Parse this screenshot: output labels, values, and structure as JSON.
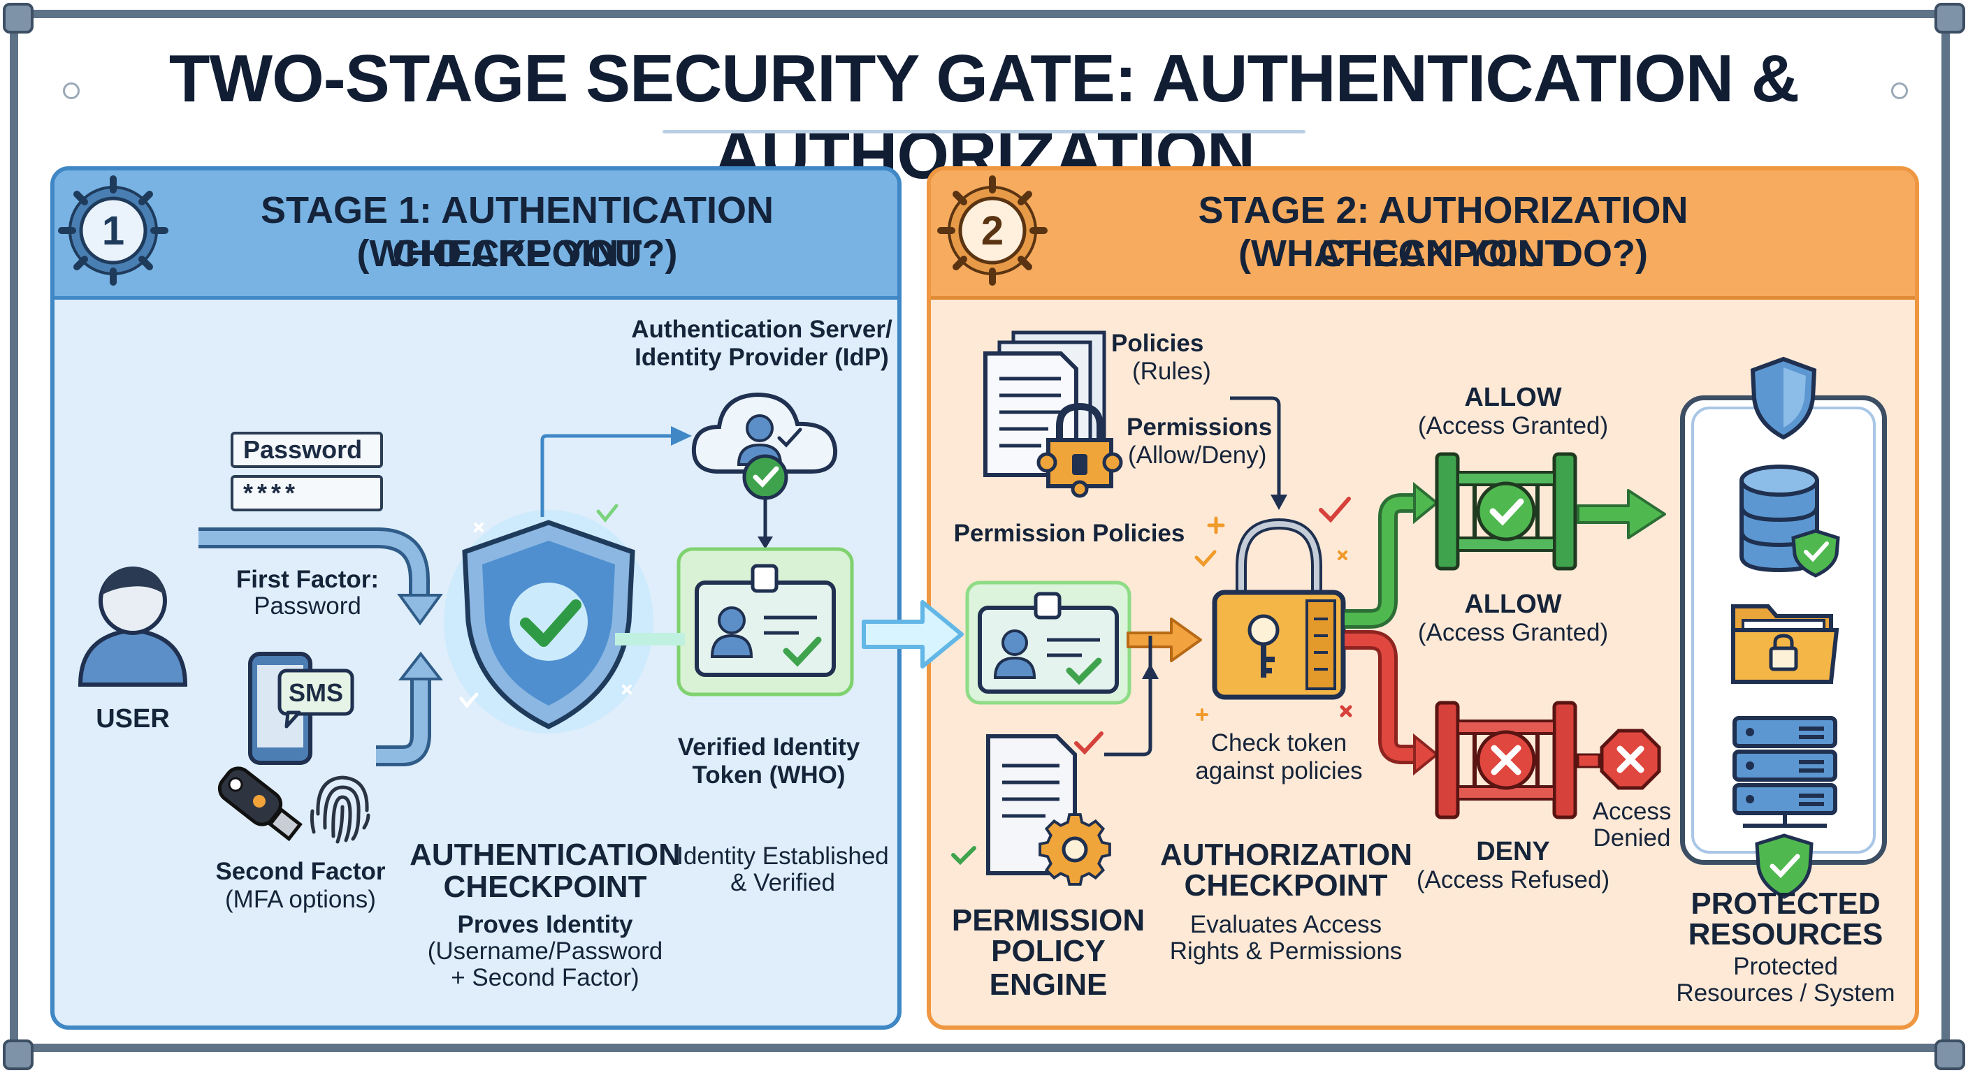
{
  "title": "TWO-STAGE SECURITY GATE: AUTHENTICATION & AUTHORIZATION",
  "stage1": {
    "number": "1",
    "heading_line1": "STAGE 1: AUTHENTICATION CHECKPOINT",
    "heading_line2": "(WHO ARE YOU?)",
    "user_label": "USER",
    "password_field_label": "Password",
    "password_field_value": "****",
    "first_factor_title": "First Factor:",
    "first_factor_sub": "Password",
    "sms_label": "SMS",
    "second_factor_title": "Second Factor",
    "second_factor_sub": "(MFA options)",
    "idp_line1": "Authentication Server/",
    "idp_line2": "Identity Provider (IdP)",
    "checkpoint_line1": "AUTHENTICATION",
    "checkpoint_line2": "CHECKPOINT",
    "proves_title": "Proves Identity",
    "proves_line1": "(Username/Password",
    "proves_line2": "+ Second Factor)",
    "token_line1": "Verified Identity",
    "token_line2": "Token (WHO)",
    "established_line1": "Identity Established",
    "established_line2": "& Verified"
  },
  "stage2": {
    "number": "2",
    "heading_line1": "STAGE 2: AUTHORIZATION CHECKPOINT",
    "heading_line2": "(WHAT CAN YOU DO?)",
    "policies_title": "Policies",
    "policies_sub": "(Rules)",
    "permissions_title": "Permissions",
    "permissions_sub": "(Allow/Deny)",
    "permission_policies": "Permission Policies",
    "check_line1": "Check token",
    "check_line2": "against policies",
    "engine_line1": "PERMISSION",
    "engine_line2": "POLICY ENGINE",
    "checkpoint_line1": "AUTHORIZATION",
    "checkpoint_line2": "CHECKPOINT",
    "evaluates_line1": "Evaluates Access",
    "evaluates_line2": "Rights & Permissions",
    "allow1_title": "ALLOW",
    "allow1_sub": "(Access Granted)",
    "allow2_title": "ALLOW",
    "allow2_sub": "(Access Granted)",
    "deny_title": "DENY",
    "deny_sub": "(Access Refused)",
    "access_denied_line1": "Access",
    "access_denied_line2": "Denied",
    "protected_line1": "PROTECTED",
    "protected_line2": "RESOURCES",
    "protected_sub1": "Protected",
    "protected_sub2": "Resources / System"
  },
  "colors": {
    "stage1_blue": "#3f87c5",
    "stage1_header": "#78b3e3",
    "stage1_bg": "#dfeefa",
    "stage2_orange": "#ee9640",
    "stage2_header": "#f6ab5f",
    "stage2_bg": "#fde9d6",
    "allow_green": "#3fa34d",
    "deny_red": "#d6413b"
  },
  "icons": [
    "user-icon",
    "phone-icon",
    "security-key-icon",
    "fingerprint-icon",
    "shield-check-icon",
    "cloud-user-icon",
    "id-card-icon",
    "documents-icon",
    "padlock-icon",
    "gear-icon",
    "gate-icon",
    "database-icon",
    "folder-lock-icon",
    "server-icon"
  ]
}
